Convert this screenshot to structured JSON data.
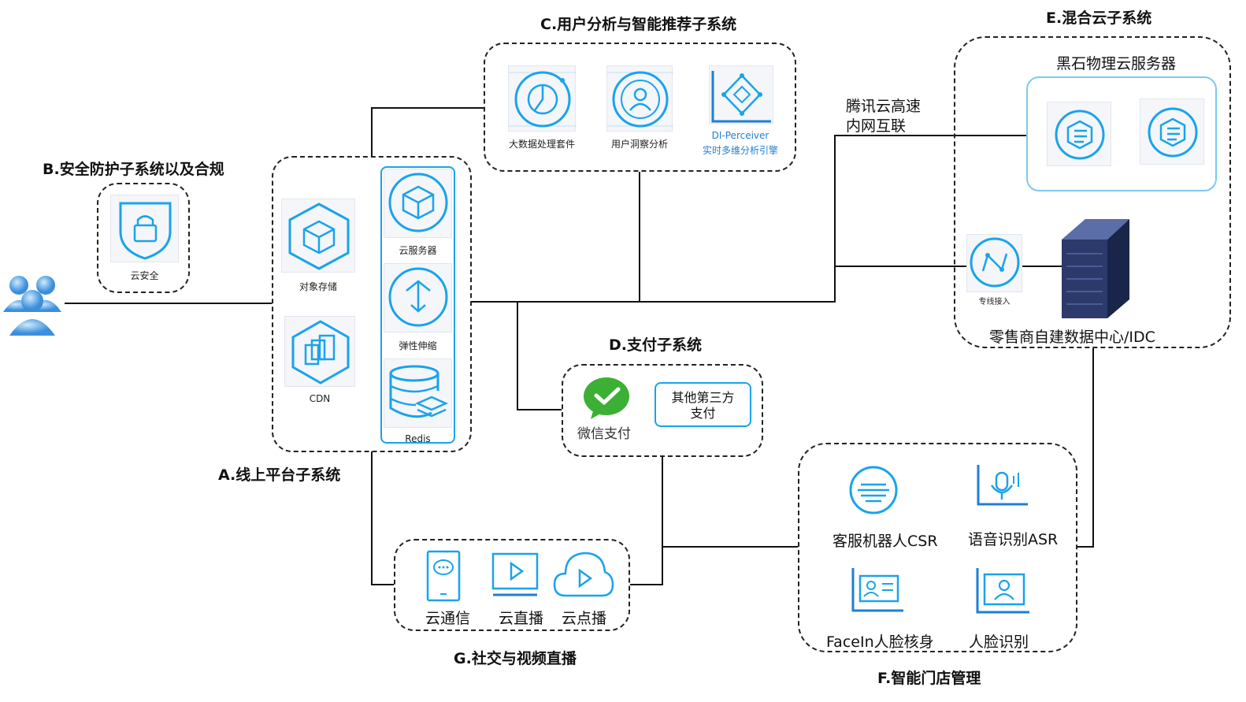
{
  "groups": {
    "a": {
      "title": "A.线上平台子系统"
    },
    "b": {
      "title": "B.安全防护子系统以及合规"
    },
    "c": {
      "title": "C.用户分析与智能推荐子系统"
    },
    "d": {
      "title": "D.支付子系统"
    },
    "e": {
      "title": "E.混合云子系统"
    },
    "f": {
      "title": "F.智能门店管理"
    },
    "g": {
      "title": "G.社交与视频直播"
    }
  },
  "nodes": {
    "cloud_security": "云安全",
    "object_storage": "对象存储",
    "cdn": "CDN",
    "cvm": "云服务器",
    "auto_scaling": "弹性伸缩",
    "redis": "Redis",
    "big_data_suite": "大数据处理套件",
    "user_insight": "用户洞察分析",
    "di_perceiver": "DI-Perceiver",
    "di_perceiver_desc": "实时多维分析引擎",
    "wechat_pay": "微信支付",
    "other_pay_line1": "其他第三方",
    "other_pay_line2": "支付",
    "blackstone_title": "黑石物理云服务器",
    "direct_connect": "专线接入",
    "idc_label": "零售商自建数据中心/IDC",
    "intranet_line1": "腾讯云高速",
    "intranet_line2": "内网互联",
    "csr": "客服机器人CSR",
    "asr": "语音识别ASR",
    "facein": "FaceIn人脸核身",
    "face_recognition": "人脸识别",
    "cloud_message": "云通信",
    "live": "云直播",
    "vod": "云点播"
  },
  "colors": {
    "accent": "#1aa3ea",
    "line": "#111111",
    "server": "#2b3a6b"
  },
  "icons": [
    "users-icon",
    "shield-lock-icon",
    "cube-icon",
    "cdn-icon",
    "cvm-icon",
    "scaling-icon",
    "redis-icon",
    "chart-icon",
    "user-insight-icon",
    "di-perceiver-icon",
    "wechat-pay-icon",
    "blackstone-icon",
    "direct-connect-icon",
    "server-rack-icon",
    "csr-icon",
    "asr-icon",
    "facein-icon",
    "face-recognition-icon",
    "message-icon",
    "live-icon",
    "vod-icon"
  ]
}
